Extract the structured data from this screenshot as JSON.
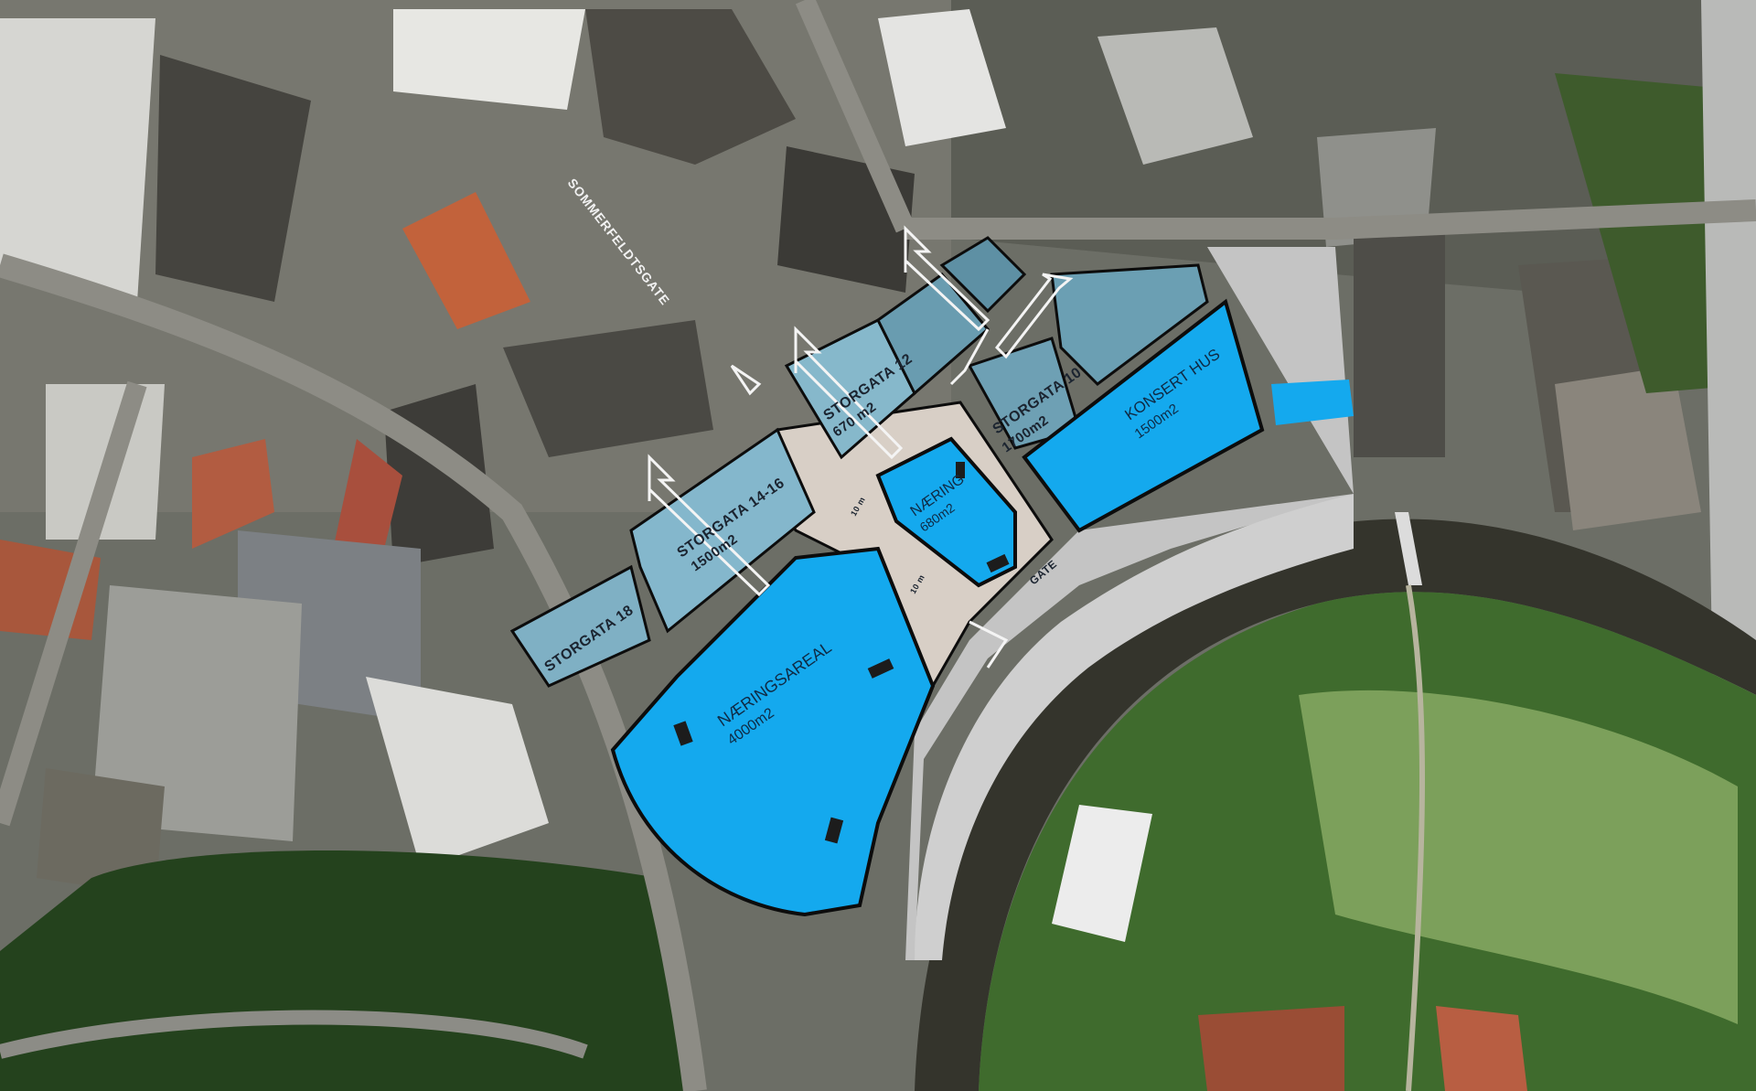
{
  "map": {
    "street_label": "SOMMERFELDTSGATE",
    "small_labels": [
      "GATE",
      "10 m",
      "10 m"
    ],
    "areas": [
      {
        "name": "STORGATA 18",
        "area": ""
      },
      {
        "name": "STORGATA 14-16",
        "area": "1500m2"
      },
      {
        "name": "STORGATA 12",
        "area": "670 m2"
      },
      {
        "name": "STORGATA 10",
        "area": "1700m2"
      },
      {
        "name": "KONSERT HUS",
        "area": "1500m2"
      },
      {
        "name": "NÆRINGSAREAL",
        "area": "4000m2"
      },
      {
        "name": "NÆRING",
        "area": "680m2"
      }
    ],
    "colors": {
      "proposed_blue": "#14a9ee",
      "existing_blue": "#7fb0c4",
      "outline": "#0c0c0c",
      "plaza": "#d8cfc6"
    }
  }
}
